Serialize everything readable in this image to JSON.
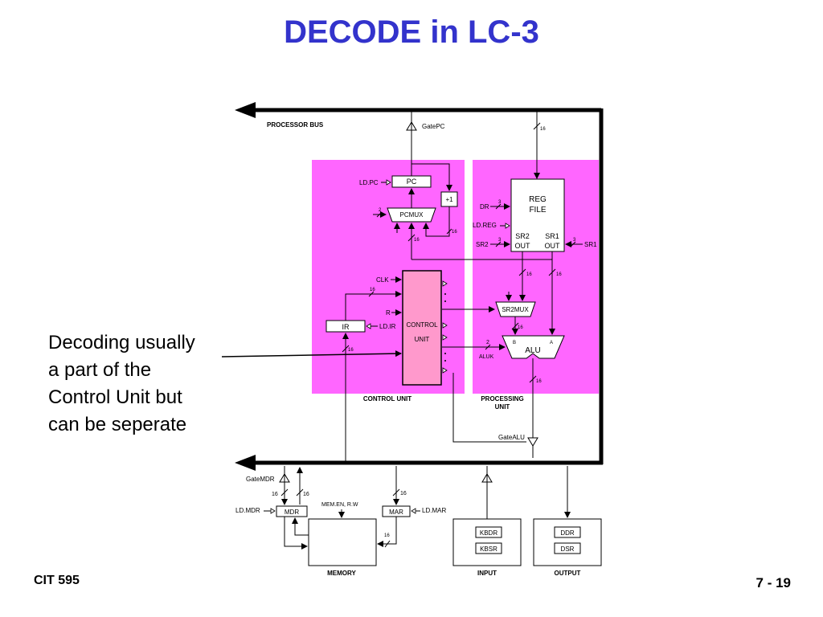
{
  "slide": {
    "title": "DECODE in LC-3",
    "note_lines": [
      "Decoding usually",
      "a part of the",
      "Control Unit but",
      "can be seperate"
    ],
    "footer_left": "CIT 595",
    "footer_right": "7 - 19"
  },
  "colors": {
    "title": "#3333cc",
    "region_fill": "#ff66ff",
    "control_box_fill": "#ff99cc"
  },
  "diagram": {
    "processor_bus": "PROCESSOR BUS",
    "gate_pc": "GatePC",
    "bus_width": "16",
    "ld_pc": "LD.PC",
    "pc": "PC",
    "plus_one": "+1",
    "pcmux": "PCMUX",
    "pcmux_sel": "2",
    "reg_file_line1": "REG",
    "reg_file_line2": "FILE",
    "dr": "DR",
    "dr_width": "3",
    "ld_reg": "LD.REG",
    "sr2": "SR2",
    "sr2_width": "3",
    "sr1": "SR1",
    "sr1_width": "3",
    "sr2_out_1": "SR2",
    "sr2_out_2": "OUT",
    "sr1_out_1": "SR1",
    "sr1_out_2": "OUT",
    "clk": "CLK",
    "r": "R",
    "ir": "IR",
    "ld_ir": "LD.IR",
    "control_unit_box_1": "CONTROL",
    "control_unit_box_2": "UNIT",
    "sr2mux": "SR2MUX",
    "alu": "ALU",
    "alu_b": "B",
    "alu_a": "A",
    "aluk": "ALUK",
    "aluk_width": "2",
    "control_unit_label": "CONTROL UNIT",
    "processing_unit_label_1": "PROCESSING",
    "processing_unit_label_2": "UNIT",
    "gate_alu": "GateALU",
    "gate_mdr": "GateMDR",
    "ld_mdr": "LD.MDR",
    "mdr": "MDR",
    "mem_en": "MEM.EN, R.W",
    "mar": "MAR",
    "ld_mar": "LD.MAR",
    "kbdr": "KBDR",
    "kbsr": "KBSR",
    "ddr": "DDR",
    "dsr": "DSR",
    "memory_label": "MEMORY",
    "input_label": "INPUT",
    "output_label": "OUTPUT",
    "w16": "16"
  }
}
